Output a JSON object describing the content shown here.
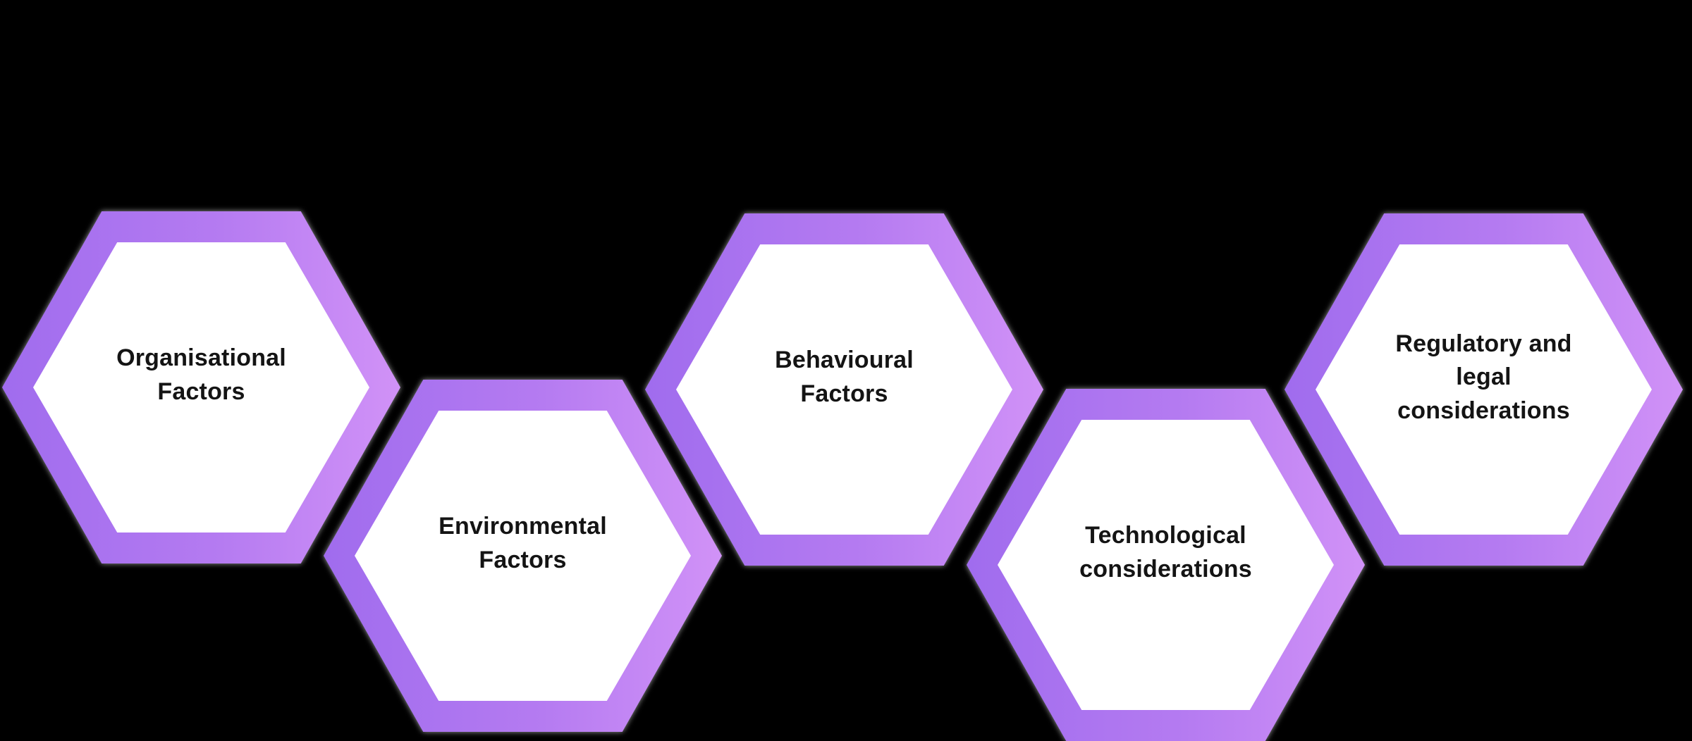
{
  "diagram": {
    "type": "hexagon-infographic",
    "background_color": "#000000",
    "hexagons": [
      {
        "label": "Organisational\nFactors",
        "position": "upper"
      },
      {
        "label": "Environmental\nFactors",
        "position": "lower"
      },
      {
        "label": "Behavioural\nFactors",
        "position": "upper"
      },
      {
        "label": "Technological\nconsiderations",
        "position": "lower"
      },
      {
        "label": "Regulatory and\nlegal\nconsiderations",
        "position": "upper"
      }
    ],
    "style": {
      "border_gradient_start": "#a06cee",
      "border_gradient_mid": "#b57bf1",
      "border_gradient_end": "#d192f7",
      "hexagon_fill": "#ffffff",
      "text_color": "#141414",
      "glow_color": "#aaaaaa"
    }
  }
}
